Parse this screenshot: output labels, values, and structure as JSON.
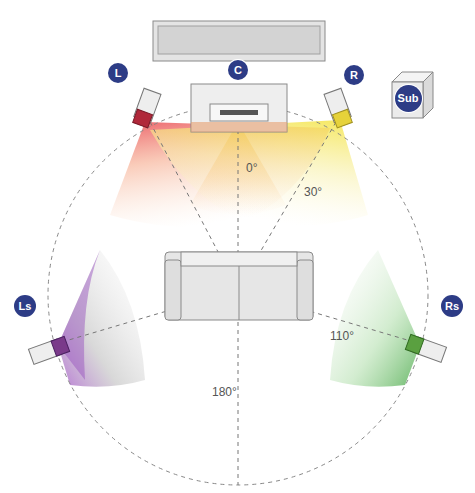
{
  "diagram": {
    "nodes": [
      {
        "text": [
          "L"
        ]
      },
      {
        "text": [
          "C"
        ]
      },
      {
        "text": [
          "R"
        ]
      },
      {
        "text": [
          "Sub"
        ]
      },
      {
        "text": [
          "Ls"
        ]
      },
      {
        "text": [
          "Rs"
        ]
      }
    ],
    "labels": [
      "0°",
      "30°",
      "110°",
      "180°"
    ]
  }
}
